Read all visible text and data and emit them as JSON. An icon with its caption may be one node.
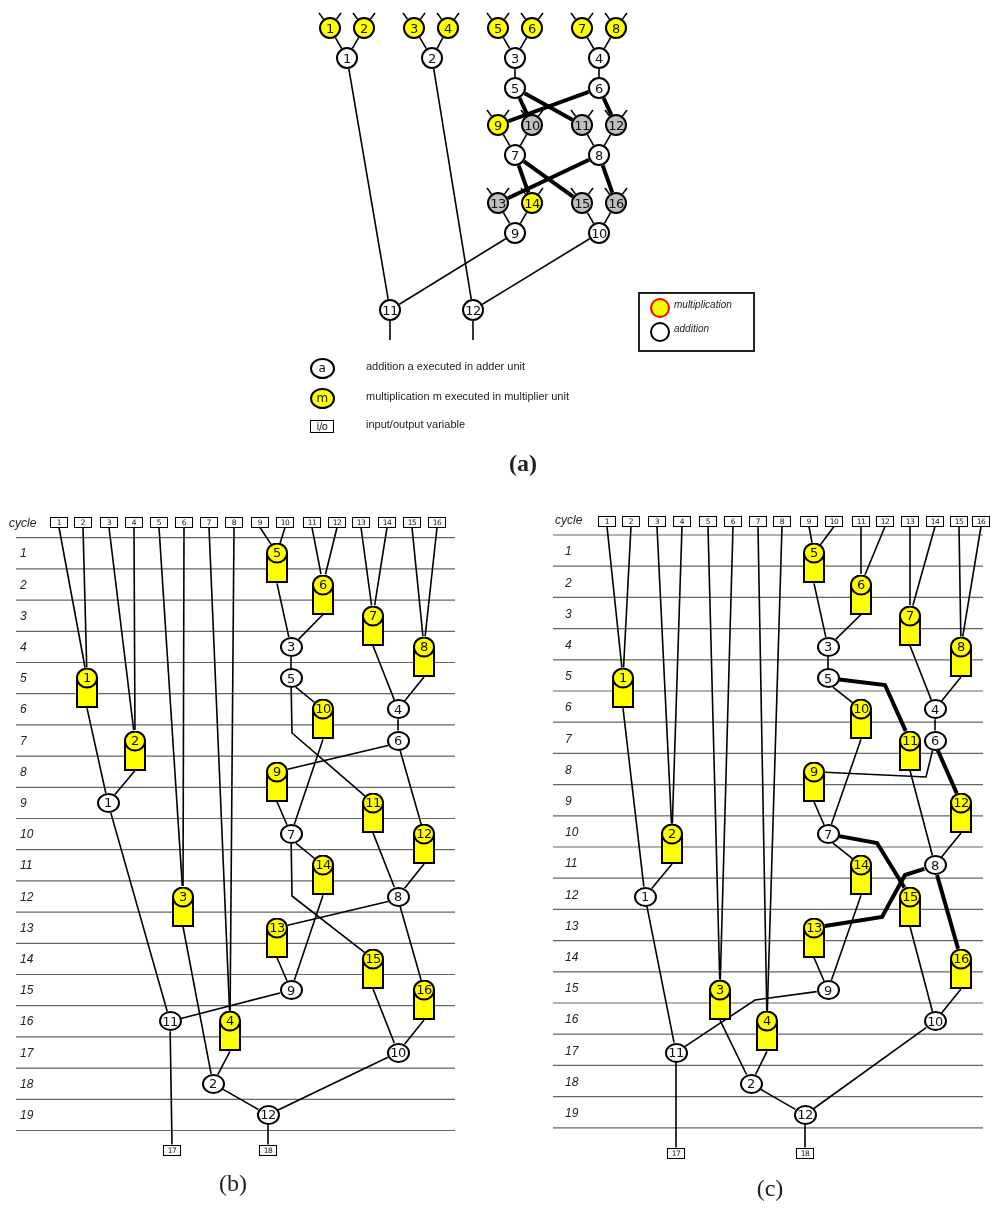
{
  "diagram": {
    "nodes": [
      {
        "text": [
          "1"
        ]
      },
      {
        "text": [
          "2"
        ]
      },
      {
        "text": [
          "3"
        ]
      },
      {
        "text": [
          "4"
        ]
      },
      {
        "text": [
          "5"
        ]
      },
      {
        "text": [
          "6"
        ]
      },
      {
        "text": [
          "7"
        ]
      },
      {
        "text": [
          "8"
        ]
      },
      {
        "text": [
          "1"
        ]
      },
      {
        "text": [
          "2"
        ]
      },
      {
        "text": [
          "3"
        ]
      },
      {
        "text": [
          "4"
        ]
      },
      {
        "text": [
          "5"
        ]
      },
      {
        "text": [
          "6"
        ]
      },
      {
        "text": [
          "9"
        ]
      },
      {
        "text": [
          "10"
        ]
      },
      {
        "text": [
          "11"
        ]
      },
      {
        "text": [
          "12"
        ]
      },
      {
        "text": [
          "7"
        ]
      },
      {
        "text": [
          "8"
        ]
      },
      {
        "text": [
          "13"
        ]
      },
      {
        "text": [
          "14"
        ]
      },
      {
        "text": [
          "15"
        ]
      },
      {
        "text": [
          "16"
        ]
      },
      {
        "text": [
          "9"
        ]
      },
      {
        "text": [
          "10"
        ]
      },
      {
        "text": [
          "11"
        ]
      },
      {
        "text": [
          "12"
        ]
      },
      {
        "text": [
          "a"
        ],
        "beside": [
          "addition a executed in adder unit"
        ]
      },
      {
        "text": [
          "m"
        ],
        "beside": [
          "multiplication m executed in multiplier unit"
        ]
      },
      {
        "text": [
          "i/o"
        ],
        "beside": [
          "input/output variable"
        ]
      },
      {
        "text": [
          "1"
        ]
      },
      {
        "text": [
          "2"
        ]
      },
      {
        "text": [
          "3"
        ]
      },
      {
        "text": [
          "4"
        ]
      },
      {
        "text": [
          "5"
        ]
      },
      {
        "text": [
          "6"
        ]
      },
      {
        "text": [
          "7"
        ]
      },
      {
        "text": [
          "8"
        ]
      },
      {
        "text": [
          "9"
        ]
      },
      {
        "text": [
          "10"
        ]
      },
      {
        "text": [
          "11"
        ]
      },
      {
        "text": [
          "12"
        ]
      },
      {
        "text": [
          "13"
        ]
      },
      {
        "text": [
          "14"
        ]
      },
      {
        "text": [
          "15"
        ]
      },
      {
        "text": [
          "16"
        ]
      },
      {
        "text": [
          "1"
        ]
      },
      {
        "text": [
          "2"
        ]
      },
      {
        "text": [
          "3"
        ]
      },
      {
        "text": [
          "4"
        ]
      },
      {
        "text": [
          "5"
        ]
      },
      {
        "text": [
          "6"
        ]
      },
      {
        "text": [
          "7"
        ]
      },
      {
        "text": [
          "8"
        ]
      },
      {
        "text": [
          "9"
        ]
      },
      {
        "text": [
          "10"
        ]
      },
      {
        "text": [
          "11"
        ]
      },
      {
        "text": [
          "12"
        ]
      },
      {
        "text": [
          "13"
        ]
      },
      {
        "text": [
          "14"
        ]
      },
      {
        "text": [
          "15"
        ]
      },
      {
        "text": [
          "16"
        ]
      },
      {
        "text": [
          "1"
        ]
      },
      {
        "text": [
          "2"
        ]
      },
      {
        "text": [
          "3"
        ]
      },
      {
        "text": [
          "4"
        ]
      },
      {
        "text": [
          "5"
        ]
      },
      {
        "text": [
          "6"
        ]
      },
      {
        "text": [
          "7"
        ]
      },
      {
        "text": [
          "8"
        ]
      },
      {
        "text": [
          "9"
        ]
      },
      {
        "text": [
          "10"
        ]
      },
      {
        "text": [
          "11"
        ]
      },
      {
        "text": [
          "12"
        ]
      },
      {
        "text": [
          "17"
        ]
      },
      {
        "text": [
          "18"
        ]
      },
      {
        "text": [
          "1"
        ]
      },
      {
        "text": [
          "2"
        ]
      },
      {
        "text": [
          "3"
        ]
      },
      {
        "text": [
          "4"
        ]
      },
      {
        "text": [
          "5"
        ]
      },
      {
        "text": [
          "6"
        ]
      },
      {
        "text": [
          "7"
        ]
      },
      {
        "text": [
          "8"
        ]
      },
      {
        "text": [
          "9"
        ]
      },
      {
        "text": [
          "10"
        ]
      },
      {
        "text": [
          "11"
        ]
      },
      {
        "text": [
          "12"
        ]
      },
      {
        "text": [
          "13"
        ]
      },
      {
        "text": [
          "14"
        ]
      },
      {
        "text": [
          "15"
        ]
      },
      {
        "text": [
          "16"
        ]
      },
      {
        "text": [
          "1"
        ]
      },
      {
        "text": [
          "2"
        ]
      },
      {
        "text": [
          "3"
        ]
      },
      {
        "text": [
          "4"
        ]
      },
      {
        "text": [
          "5"
        ]
      },
      {
        "text": [
          "6"
        ]
      },
      {
        "text": [
          "7"
        ]
      },
      {
        "text": [
          "8"
        ]
      },
      {
        "text": [
          "9"
        ]
      },
      {
        "text": [
          "10"
        ]
      },
      {
        "text": [
          "11"
        ]
      },
      {
        "text": [
          "12"
        ]
      },
      {
        "text": [
          "13"
        ]
      },
      {
        "text": [
          "14"
        ]
      },
      {
        "text": [
          "15"
        ]
      },
      {
        "text": [
          "16"
        ]
      },
      {
        "text": [
          "1"
        ]
      },
      {
        "text": [
          "2"
        ]
      },
      {
        "text": [
          "3"
        ]
      },
      {
        "text": [
          "4"
        ]
      },
      {
        "text": [
          "5"
        ]
      },
      {
        "text": [
          "6"
        ]
      },
      {
        "text": [
          "7"
        ]
      },
      {
        "text": [
          "8"
        ]
      },
      {
        "text": [
          "9"
        ]
      },
      {
        "text": [
          "10"
        ]
      },
      {
        "text": [
          "11"
        ]
      },
      {
        "text": [
          "12"
        ]
      },
      {
        "text": [
          "17"
        ]
      },
      {
        "text": [
          "18"
        ]
      }
    ],
    "edges": [
      {
        "from": 0,
        "to": 8,
        "arrow": "none"
      },
      {
        "from": 1,
        "to": 8,
        "arrow": "none"
      },
      {
        "from": 2,
        "to": 9,
        "arrow": "none"
      },
      {
        "from": 3,
        "to": 9,
        "arrow": "none"
      },
      {
        "from": 4,
        "to": 10,
        "arrow": "none"
      },
      {
        "from": 5,
        "to": 10,
        "arrow": "none"
      },
      {
        "from": 6,
        "to": 11,
        "arrow": "none"
      },
      {
        "from": 7,
        "to": 11,
        "arrow": "none"
      },
      {
        "from": 10,
        "to": 12,
        "arrow": "none"
      },
      {
        "from": 11,
        "to": 13,
        "arrow": "none"
      },
      {
        "from": 12,
        "to": 15,
        "arrow": "none",
        "style": "thick"
      },
      {
        "from": 12,
        "to": 16,
        "arrow": "none",
        "style": "thick"
      },
      {
        "from": 13,
        "to": 14,
        "arrow": "none",
        "style": "thick"
      },
      {
        "from": 13,
        "to": 17,
        "arrow": "none",
        "style": "thick"
      },
      {
        "from": 14,
        "to": 18,
        "arrow": "none"
      },
      {
        "from": 15,
        "to": 18,
        "arrow": "none"
      },
      {
        "from": 16,
        "to": 19,
        "arrow": "none"
      },
      {
        "from": 17,
        "to": 19,
        "arrow": "none"
      },
      {
        "from": 18,
        "to": 21,
        "arrow": "none",
        "style": "thick"
      },
      {
        "from": 18,
        "to": 22,
        "arrow": "none",
        "style": "thick"
      },
      {
        "from": 19,
        "to": 20,
        "arrow": "none",
        "style": "thick"
      },
      {
        "from": 19,
        "to": 23,
        "arrow": "none",
        "style": "thick"
      },
      {
        "from": 20,
        "to": 24,
        "arrow": "none"
      },
      {
        "from": 21,
        "to": 24,
        "arrow": "none"
      },
      {
        "from": 22,
        "to": 25,
        "arrow": "none"
      },
      {
        "from": 23,
        "to": 25,
        "arrow": "none"
      },
      {
        "from": 8,
        "to": 26,
        "arrow": "none"
      },
      {
        "from": 24,
        "to": 26,
        "arrow": "none"
      },
      {
        "from": 9,
        "to": 27,
        "arrow": "none"
      },
      {
        "from": 25,
        "to": 27,
        "arrow": "none"
      },
      {
        "from": 26,
        "to": null,
        "arrow": "none"
      },
      {
        "from": 27,
        "to": null,
        "arrow": "none"
      },
      {
        "from": null,
        "to": 0,
        "arrow": "none"
      },
      {
        "from": null,
        "to": 0,
        "arrow": "none"
      },
      {
        "from": null,
        "to": 1,
        "arrow": "none"
      },
      {
        "from": null,
        "to": 1,
        "arrow": "none"
      },
      {
        "from": null,
        "to": 2,
        "arrow": "none"
      },
      {
        "from": null,
        "to": 2,
        "arrow": "none"
      },
      {
        "from": null,
        "to": 3,
        "arrow": "none"
      },
      {
        "from": null,
        "to": 3,
        "arrow": "none"
      },
      {
        "from": null,
        "to": 4,
        "arrow": "none"
      },
      {
        "from": null,
        "to": 4,
        "arrow": "none"
      },
      {
        "from": null,
        "to": 5,
        "arrow": "none"
      },
      {
        "from": null,
        "to": 5,
        "arrow": "none"
      },
      {
        "from": null,
        "to": 6,
        "arrow": "none"
      },
      {
        "from": null,
        "to": 6,
        "arrow": "none"
      },
      {
        "from": null,
        "to": 7,
        "arrow": "none"
      },
      {
        "from": null,
        "to": 7,
        "arrow": "none"
      },
      {
        "from": null,
        "to": 14,
        "arrow": "none"
      },
      {
        "from": null,
        "to": 14,
        "arrow": "none"
      },
      {
        "from": null,
        "to": 15,
        "arrow": "none"
      },
      {
        "from": null,
        "to": 15,
        "arrow": "none"
      },
      {
        "from": null,
        "to": 16,
        "arrow": "none"
      },
      {
        "from": null,
        "to": 16,
        "arrow": "none"
      },
      {
        "from": null,
        "to": 17,
        "arrow": "none"
      },
      {
        "from": null,
        "to": 17,
        "arrow": "none"
      },
      {
        "from": null,
        "to": 20,
        "arrow": "none"
      },
      {
        "from": null,
        "to": 20,
        "arrow": "none"
      },
      {
        "from": null,
        "to": 21,
        "arrow": "none"
      },
      {
        "from": null,
        "to": 21,
        "arrow": "none"
      },
      {
        "from": null,
        "to": 22,
        "arrow": "none"
      },
      {
        "from": null,
        "to": 22,
        "arrow": "none"
      },
      {
        "from": null,
        "to": 23,
        "arrow": "none"
      },
      {
        "from": null,
        "to": 23,
        "arrow": "none"
      },
      {
        "from": 31,
        "to": 47,
        "arrow": "none"
      },
      {
        "from": 32,
        "to": 47,
        "arrow": "none"
      },
      {
        "from": 33,
        "to": 48,
        "arrow": "none"
      },
      {
        "from": 34,
        "to": 48,
        "arrow": "none"
      },
      {
        "from": 35,
        "to": 49,
        "arrow": "none"
      },
      {
        "from": 36,
        "to": 49,
        "arrow": "none"
      },
      {
        "from": 37,
        "to": 50,
        "arrow": "none"
      },
      {
        "from": 38,
        "to": 50,
        "arrow": "none"
      },
      {
        "from": 39,
        "to": 51,
        "arrow": "none"
      },
      {
        "from": 40,
        "to": 51,
        "arrow": "none"
      },
      {
        "from": 41,
        "to": 52,
        "arrow": "none"
      },
      {
        "from": 42,
        "to": 52,
        "arrow": "none"
      },
      {
        "from": 43,
        "to": 53,
        "arrow": "none"
      },
      {
        "from": 44,
        "to": 53,
        "arrow": "none"
      },
      {
        "from": 45,
        "to": 54,
        "arrow": "none"
      },
      {
        "from": 46,
        "to": 54,
        "arrow": "none"
      },
      {
        "from": 47,
        "to": 63,
        "arrow": "none"
      },
      {
        "from": 48,
        "to": 63,
        "arrow": "none"
      },
      {
        "from": 49,
        "to": 64,
        "arrow": "none"
      },
      {
        "from": 50,
        "to": 64,
        "arrow": "none"
      },
      {
        "from": 51,
        "to": 65,
        "arrow": "none"
      },
      {
        "from": 52,
        "to": 65,
        "arrow": "none"
      },
      {
        "from": 53,
        "to": 66,
        "arrow": "none"
      },
      {
        "from": 54,
        "to": 66,
        "arrow": "none"
      },
      {
        "from": 65,
        "to": 67,
        "arrow": "none"
      },
      {
        "from": 66,
        "to": 68,
        "arrow": "none"
      },
      {
        "from": 67,
        "to": 56,
        "arrow": "none"
      },
      {
        "from": 67,
        "to": 57,
        "arrow": "none"
      },
      {
        "from": 68,
        "to": 55,
        "arrow": "none"
      },
      {
        "from": 68,
        "to": 58,
        "arrow": "none"
      },
      {
        "from": 55,
        "to": 69,
        "arrow": "none"
      },
      {
        "from": 56,
        "to": 69,
        "arrow": "none"
      },
      {
        "from": 57,
        "to": 70,
        "arrow": "none"
      },
      {
        "from": 58,
        "to": 70,
        "arrow": "none"
      },
      {
        "from": 69,
        "to": 60,
        "arrow": "none"
      },
      {
        "from": 69,
        "to": 61,
        "arrow": "none"
      },
      {
        "from": 70,
        "to": 59,
        "arrow": "none"
      },
      {
        "from": 70,
        "to": 62,
        "arrow": "none"
      },
      {
        "from": 59,
        "to": 71,
        "arrow": "none"
      },
      {
        "from": 60,
        "to": 71,
        "arrow": "none"
      },
      {
        "from": 61,
        "to": 72,
        "arrow": "none"
      },
      {
        "from": 62,
        "to": 72,
        "arrow": "none"
      },
      {
        "from": 63,
        "to": 73,
        "arrow": "none"
      },
      {
        "from": 71,
        "to": 73,
        "arrow": "none"
      },
      {
        "from": 64,
        "to": 74,
        "arrow": "none"
      },
      {
        "from": 72,
        "to": 74,
        "arrow": "none"
      },
      {
        "from": 73,
        "to": 75,
        "arrow": "none"
      },
      {
        "from": 74,
        "to": 76,
        "arrow": "none"
      },
      {
        "from": 77,
        "to": 93,
        "arrow": "none"
      },
      {
        "from": 78,
        "to": 93,
        "arrow": "none"
      },
      {
        "from": 79,
        "to": 94,
        "arrow": "none"
      },
      {
        "from": 80,
        "to": 94,
        "arrow": "none"
      },
      {
        "from": 81,
        "to": 95,
        "arrow": "none"
      },
      {
        "from": 82,
        "to": 95,
        "arrow": "none"
      },
      {
        "from": 83,
        "to": 96,
        "arrow": "none"
      },
      {
        "from": 84,
        "to": 96,
        "arrow": "none"
      },
      {
        "from": 85,
        "to": 97,
        "arrow": "none"
      },
      {
        "from": 86,
        "to": 97,
        "arrow": "none"
      },
      {
        "from": 87,
        "to": 98,
        "arrow": "none"
      },
      {
        "from": 88,
        "to": 98,
        "arrow": "none"
      },
      {
        "from": 89,
        "to": 99,
        "arrow": "none"
      },
      {
        "from": 90,
        "to": 99,
        "arrow": "none"
      },
      {
        "from": 91,
        "to": 100,
        "arrow": "none"
      },
      {
        "from": 92,
        "to": 100,
        "arrow": "none"
      },
      {
        "from": 93,
        "to": 109,
        "arrow": "none"
      },
      {
        "from": 94,
        "to": 109,
        "arrow": "none"
      },
      {
        "from": 95,
        "to": 110,
        "arrow": "none"
      },
      {
        "from": 96,
        "to": 110,
        "arrow": "none"
      },
      {
        "from": 97,
        "to": 111,
        "arrow": "none"
      },
      {
        "from": 98,
        "to": 111,
        "arrow": "none"
      },
      {
        "from": 99,
        "to": 112,
        "arrow": "none"
      },
      {
        "from": 100,
        "to": 112,
        "arrow": "none"
      },
      {
        "from": 111,
        "to": 113,
        "arrow": "none"
      },
      {
        "from": 112,
        "to": 114,
        "arrow": "none"
      },
      {
        "from": 113,
        "to": 102,
        "arrow": "none"
      },
      {
        "from": 113,
        "to": 103,
        "arrow": "none",
        "style": "thick"
      },
      {
        "from": 114,
        "to": 101,
        "arrow": "none"
      },
      {
        "from": 114,
        "to": 104,
        "arrow": "none",
        "style": "thick"
      },
      {
        "from": 101,
        "to": 115,
        "arrow": "none"
      },
      {
        "from": 102,
        "to": 115,
        "arrow": "none"
      },
      {
        "from": 103,
        "to": 116,
        "arrow": "none"
      },
      {
        "from": 104,
        "to": 116,
        "arrow": "none"
      },
      {
        "from": 115,
        "to": 106,
        "arrow": "none"
      },
      {
        "from": 115,
        "to": 107,
        "arrow": "none",
        "style": "thick"
      },
      {
        "from": 116,
        "to": 105,
        "arrow": "none",
        "style": "thick"
      },
      {
        "from": 116,
        "to": 108,
        "arrow": "none",
        "style": "thick"
      },
      {
        "from": 105,
        "to": 117,
        "arrow": "none"
      },
      {
        "from": 106,
        "to": 117,
        "arrow": "none"
      },
      {
        "from": 107,
        "to": 118,
        "arrow": "none"
      },
      {
        "from": 108,
        "to": 118,
        "arrow": "none"
      },
      {
        "from": 109,
        "to": 119,
        "arrow": "none"
      },
      {
        "from": 117,
        "to": 119,
        "arrow": "none"
      },
      {
        "from": 110,
        "to": 120,
        "arrow": "none"
      },
      {
        "from": 118,
        "to": 120,
        "arrow": "none"
      },
      {
        "from": 119,
        "to": 121,
        "arrow": "none"
      },
      {
        "from": 120,
        "to": 122,
        "arrow": "none"
      }
    ],
    "labels": [
      "(a)",
      "cycle",
      "1",
      "2",
      "3",
      "4",
      "5",
      "6",
      "7",
      "8",
      "9",
      "10",
      "11",
      "12",
      "13",
      "14",
      "15",
      "16",
      "17",
      "18",
      "19",
      "(b)",
      "cycle",
      "1",
      "2",
      "3",
      "4",
      "5",
      "6",
      "7",
      "8",
      "9",
      "10",
      "11",
      "12",
      "13",
      "14",
      "15",
      "16",
      "17",
      "18",
      "19",
      "(c)"
    ],
    "legend": [
      {
        "text": "multiplication",
        "color": "#ffff00"
      },
      {
        "text": "addition",
        "color": "#ffffff"
      }
    ]
  }
}
